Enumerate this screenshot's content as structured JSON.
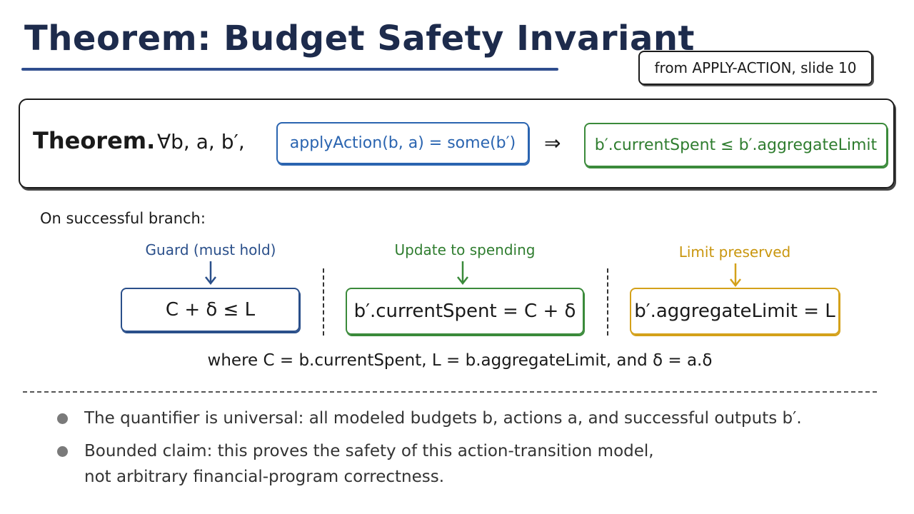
{
  "header": {
    "title": "Theorem: Budget Safety Invariant",
    "source": "from APPLY-ACTION, slide 10"
  },
  "theorem": {
    "label": "Theorem.",
    "quantifier": "∀b, a, b′,",
    "premise": "applyAction(b, a) = some(b′)",
    "implies": "⇒",
    "conclusion": "b′.currentSpent ≤ b′.aggregateLimit"
  },
  "branch": {
    "label": "On successful branch:",
    "steps": [
      {
        "caption": "Guard (must hold)",
        "formula": "C + δ ≤ L",
        "color": "#2a4f8a"
      },
      {
        "caption": "Update to spending",
        "formula": "b′.currentSpent = C + δ",
        "color": "#3a8a3a"
      },
      {
        "caption": "Limit preserved",
        "formula": "b′.aggregateLimit = L",
        "color": "#d4a11a"
      }
    ],
    "where": "where C = b.currentSpent, L = b.aggregateLimit, and δ = a.δ"
  },
  "notes": [
    {
      "lines": [
        "The quantifier is universal: all modeled budgets b, actions a, and successful outputs b′."
      ]
    },
    {
      "lines": [
        "Bounded claim: this proves the safety of this action-transition model,",
        "not arbitrary financial-program correctness."
      ]
    }
  ]
}
